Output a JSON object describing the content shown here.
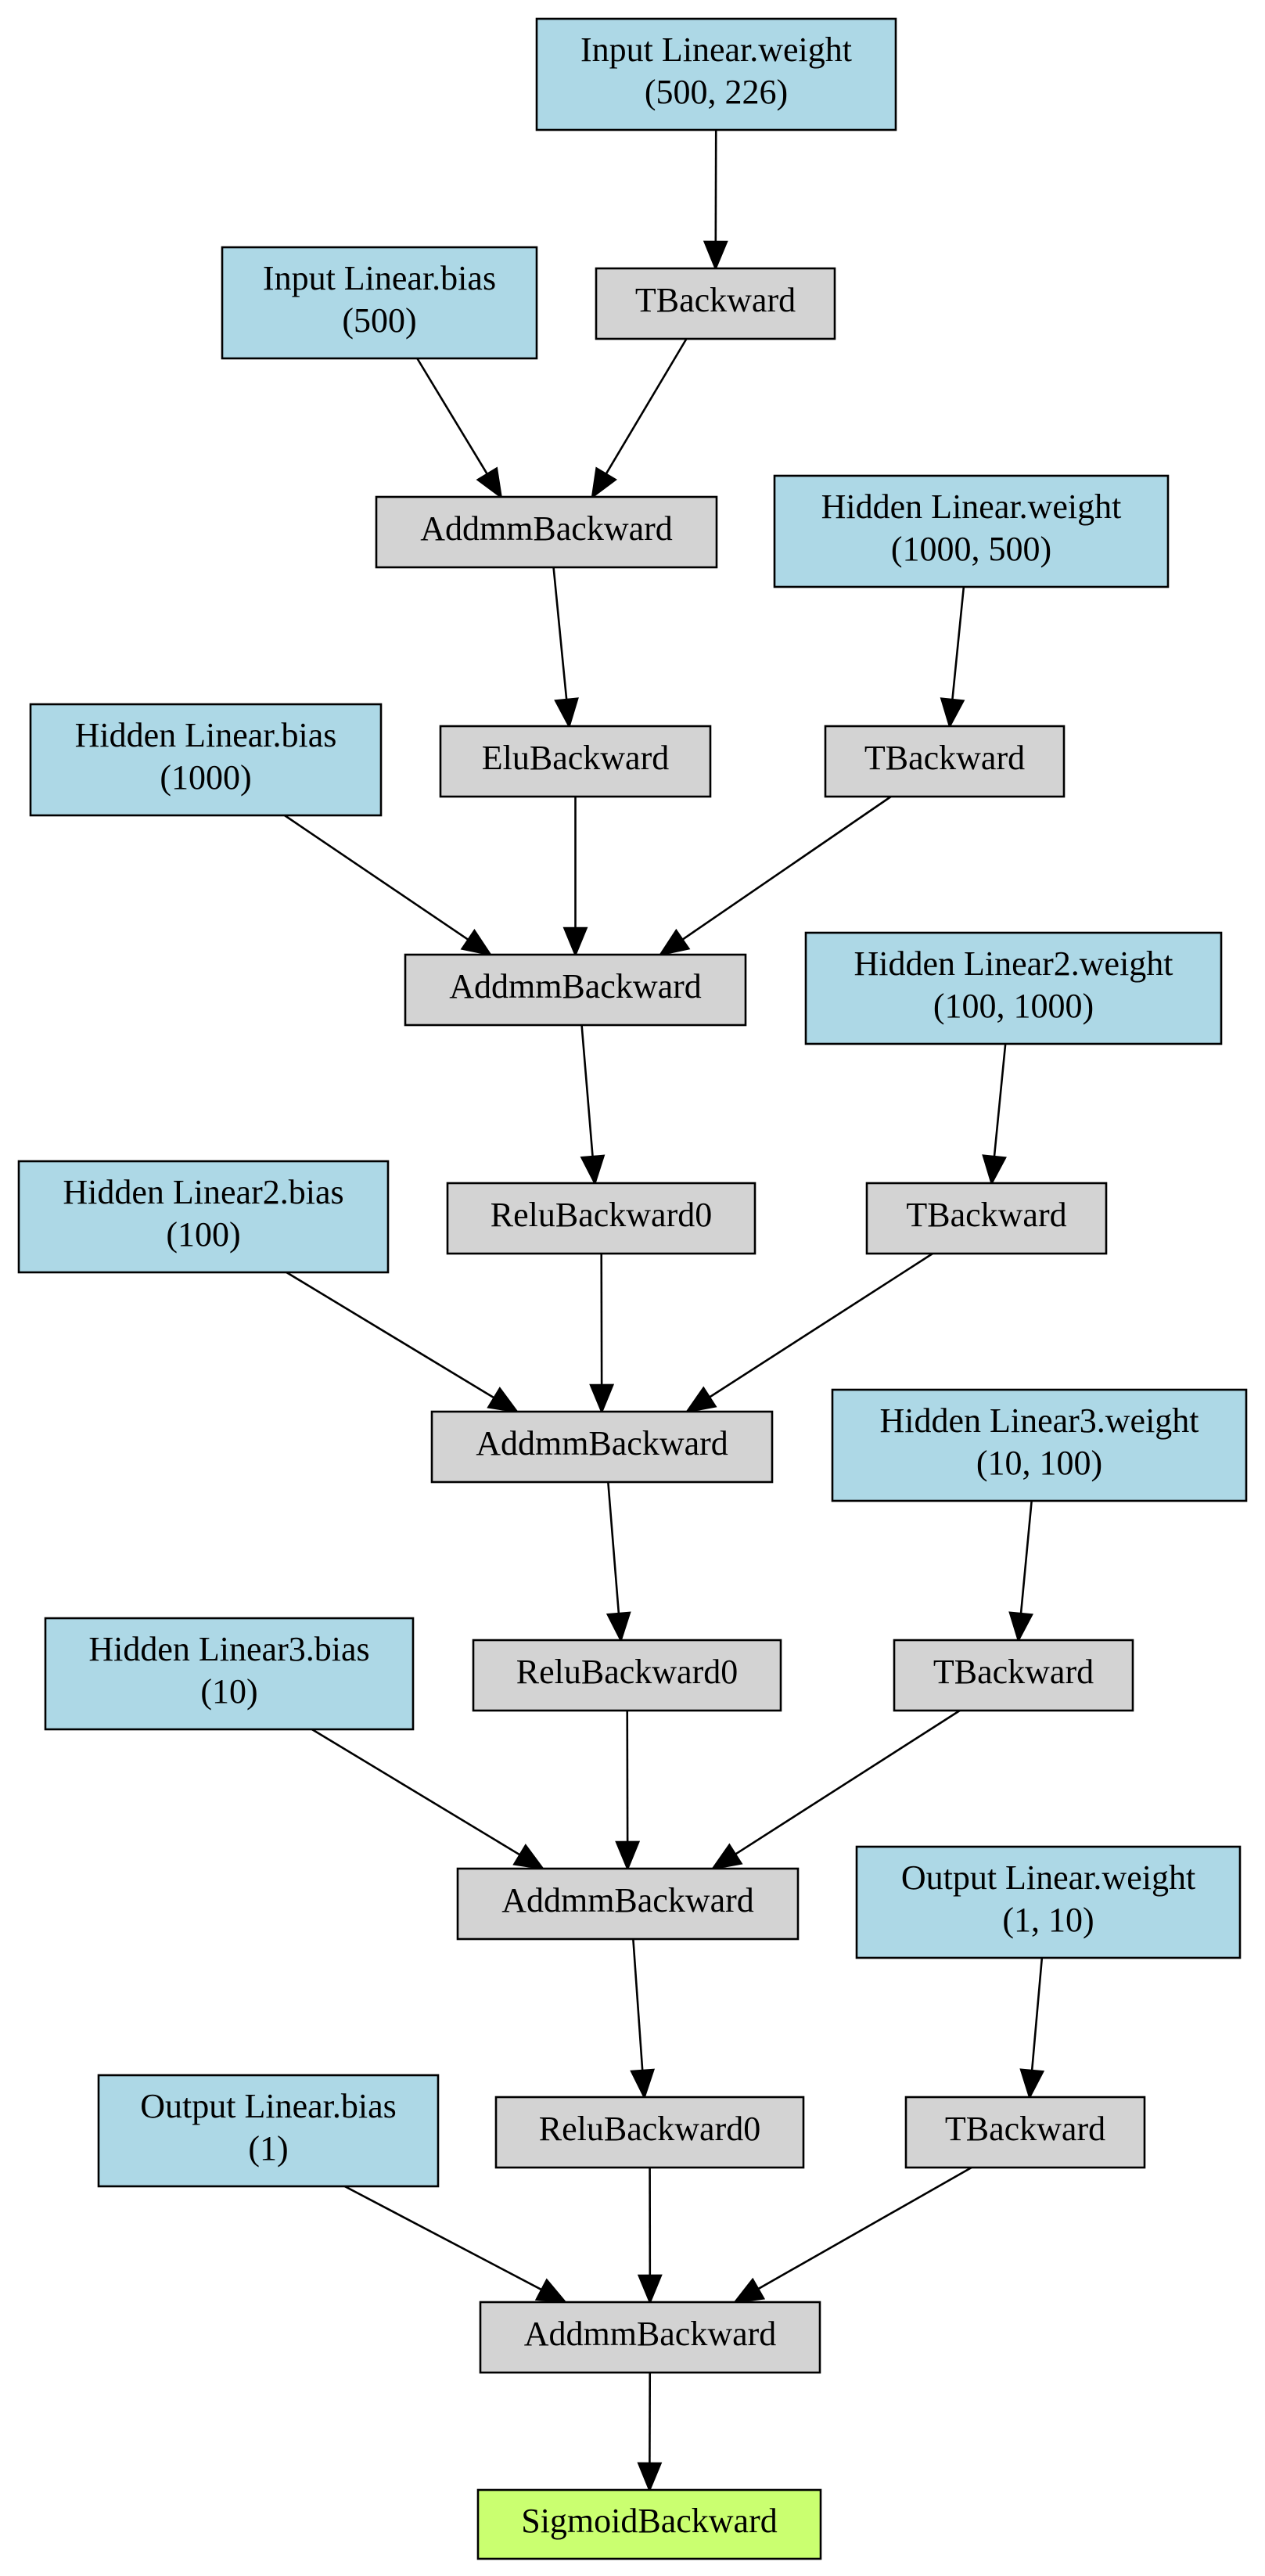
{
  "colors": {
    "param": "#add8e6",
    "op": "#d3d3d3",
    "output": "#caff70",
    "stroke": "#000000"
  },
  "nodes": [
    {
      "id": "in_w",
      "kind": "param",
      "lines": [
        "Input Linear.weight",
        "(500, 226)"
      ]
    },
    {
      "id": "in_b",
      "kind": "param",
      "lines": [
        "Input Linear.bias",
        "(500)"
      ]
    },
    {
      "id": "t1",
      "kind": "op",
      "lines": [
        "TBackward"
      ]
    },
    {
      "id": "addmm1",
      "kind": "op",
      "lines": [
        "AddmmBackward"
      ]
    },
    {
      "id": "h_w",
      "kind": "param",
      "lines": [
        "Hidden Linear.weight",
        "(1000, 500)"
      ]
    },
    {
      "id": "h_b",
      "kind": "param",
      "lines": [
        "Hidden Linear.bias",
        "(1000)"
      ]
    },
    {
      "id": "elu",
      "kind": "op",
      "lines": [
        "EluBackward"
      ]
    },
    {
      "id": "t2",
      "kind": "op",
      "lines": [
        "TBackward"
      ]
    },
    {
      "id": "addmm2",
      "kind": "op",
      "lines": [
        "AddmmBackward"
      ]
    },
    {
      "id": "h2_w",
      "kind": "param",
      "lines": [
        "Hidden Linear2.weight",
        "(100, 1000)"
      ]
    },
    {
      "id": "h2_b",
      "kind": "param",
      "lines": [
        "Hidden Linear2.bias",
        "(100)"
      ]
    },
    {
      "id": "relu1",
      "kind": "op",
      "lines": [
        "ReluBackward0"
      ]
    },
    {
      "id": "t3",
      "kind": "op",
      "lines": [
        "TBackward"
      ]
    },
    {
      "id": "addmm3",
      "kind": "op",
      "lines": [
        "AddmmBackward"
      ]
    },
    {
      "id": "h3_w",
      "kind": "param",
      "lines": [
        "Hidden Linear3.weight",
        "(10, 100)"
      ]
    },
    {
      "id": "h3_b",
      "kind": "param",
      "lines": [
        "Hidden Linear3.bias",
        "(10)"
      ]
    },
    {
      "id": "relu2",
      "kind": "op",
      "lines": [
        "ReluBackward0"
      ]
    },
    {
      "id": "t4",
      "kind": "op",
      "lines": [
        "TBackward"
      ]
    },
    {
      "id": "addmm4",
      "kind": "op",
      "lines": [
        "AddmmBackward"
      ]
    },
    {
      "id": "out_w",
      "kind": "param",
      "lines": [
        "Output Linear.weight",
        "(1, 10)"
      ]
    },
    {
      "id": "out_b",
      "kind": "param",
      "lines": [
        "Output Linear.bias",
        "(1)"
      ]
    },
    {
      "id": "relu3",
      "kind": "op",
      "lines": [
        "ReluBackward0"
      ]
    },
    {
      "id": "t5",
      "kind": "op",
      "lines": [
        "TBackward"
      ]
    },
    {
      "id": "addmm5",
      "kind": "op",
      "lines": [
        "AddmmBackward"
      ]
    },
    {
      "id": "sigmoid",
      "kind": "output",
      "lines": [
        "SigmoidBackward"
      ]
    }
  ],
  "edges": [
    [
      "in_w",
      "t1"
    ],
    [
      "in_b",
      "addmm1"
    ],
    [
      "t1",
      "addmm1"
    ],
    [
      "addmm1",
      "elu"
    ],
    [
      "h_w",
      "t2"
    ],
    [
      "h_b",
      "addmm2"
    ],
    [
      "elu",
      "addmm2"
    ],
    [
      "t2",
      "addmm2"
    ],
    [
      "addmm2",
      "relu1"
    ],
    [
      "h2_w",
      "t3"
    ],
    [
      "h2_b",
      "addmm3"
    ],
    [
      "relu1",
      "addmm3"
    ],
    [
      "t3",
      "addmm3"
    ],
    [
      "addmm3",
      "relu2"
    ],
    [
      "h3_w",
      "t4"
    ],
    [
      "h3_b",
      "addmm4"
    ],
    [
      "relu2",
      "addmm4"
    ],
    [
      "t4",
      "addmm4"
    ],
    [
      "addmm4",
      "relu3"
    ],
    [
      "out_w",
      "t5"
    ],
    [
      "out_b",
      "addmm5"
    ],
    [
      "relu3",
      "addmm5"
    ],
    [
      "t5",
      "addmm5"
    ],
    [
      "addmm5",
      "sigmoid"
    ]
  ]
}
